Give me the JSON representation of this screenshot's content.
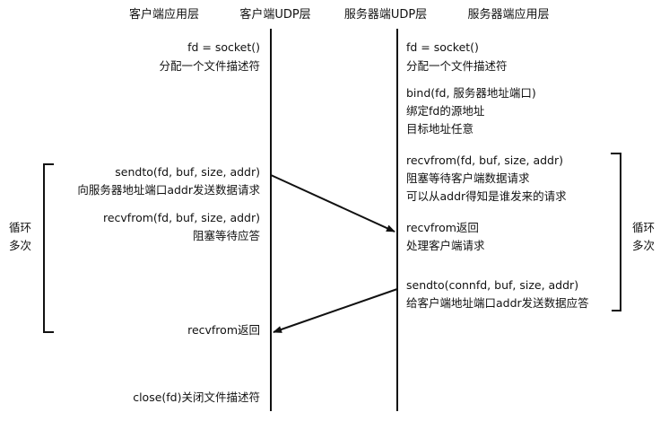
{
  "headers": [
    "客户端应用层",
    "客户端UDP层",
    "服务器端UDP层",
    "服务器端应用层"
  ],
  "client": {
    "socket": "fd = socket()",
    "socket_desc": "分配一个文件描述符",
    "sendto": "sendto(fd, buf, size, addr)",
    "sendto_desc": "向服务器地址端口addr发送数据请求",
    "recvfrom": "recvfrom(fd, buf, size, addr)",
    "recvfrom_desc": "阻塞等待应答",
    "recvfrom_return": "recvfrom返回",
    "close": "close(fd)关闭文件描述符",
    "loop_1": "循环",
    "loop_2": "多次"
  },
  "server": {
    "socket": "fd = socket()",
    "socket_desc": "分配一个文件描述符",
    "bind": "bind(fd, 服务器地址端口)",
    "bind_desc1": "绑定fd的源地址",
    "bind_desc2": "目标地址任意",
    "recvfrom": "recvfrom(fd, buf, size, addr)",
    "recvfrom_desc1": "阻塞等待客户端数据请求",
    "recvfrom_desc2": "可以从addr得知是谁发来的请求",
    "recvfrom_return": "recvfrom返回",
    "process": "处理客户端请求",
    "sendto": "sendto(connfd, buf, size, addr)",
    "sendto_desc": "给客户端地址端口addr发送数据应答",
    "loop_1": "循环",
    "loop_2": "多次"
  }
}
